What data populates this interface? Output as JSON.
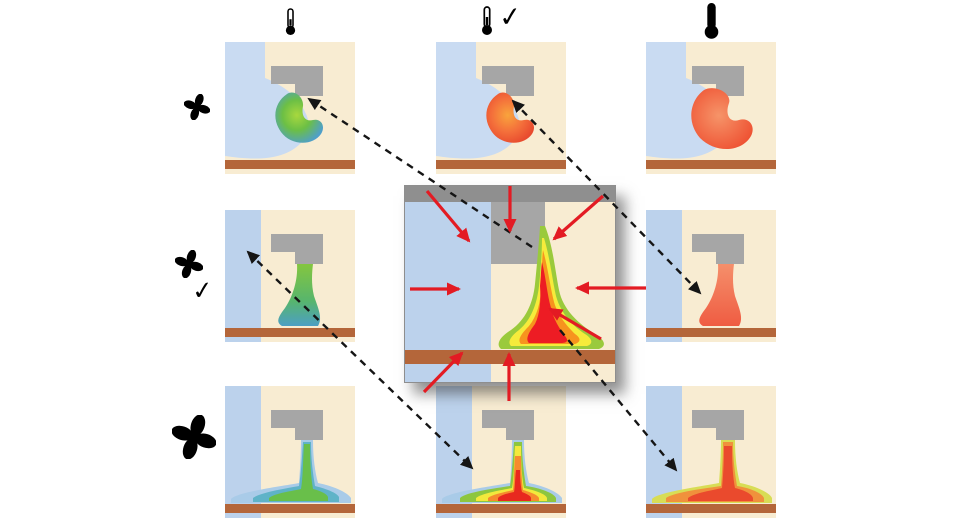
{
  "figure": {
    "type": "simulation-matrix",
    "grid": {
      "rows": 3,
      "cols": 3
    },
    "center_case": {
      "row": 2,
      "col": 2,
      "highlighted": true,
      "note": "enlarged selected case with inflow arrows"
    }
  },
  "colors": {
    "background": "#ffffff",
    "room_cream": "#f8ecd2",
    "wall_blue": "#bcd2ec",
    "swoosh_blue": "#c9dbf2",
    "block_gray": "#a6a6a6",
    "band_gray": "#8f8f8f",
    "floor_brown": "#b4663a",
    "arrow_red": "#e31b23",
    "arrow_black": "#151515",
    "plume_green": "#7dc242",
    "plume_teal": "#4e9fc9",
    "plume_yellow": "#f6eb3b",
    "plume_orange": "#f7941e",
    "plume_red": "#ed1c24",
    "plume_salmon": "#f4765c"
  },
  "column_headers": [
    {
      "id": "temperature-low",
      "icon": "thermometer-small-icon",
      "check": ""
    },
    {
      "id": "temperature-selected",
      "icon": "thermometer-check-icon",
      "check": "✓"
    },
    {
      "id": "temperature-high",
      "icon": "thermometer-large-icon",
      "check": ""
    }
  ],
  "row_headers": [
    {
      "id": "fan-speed-low",
      "icon": "fan-small-icon",
      "check": ""
    },
    {
      "id": "fan-speed-selected",
      "icon": "fan-check-icon",
      "check": "✓"
    },
    {
      "id": "fan-speed-high",
      "icon": "fan-large-icon",
      "check": ""
    }
  ],
  "panels": [
    {
      "id": "panel-r1c1",
      "plume": "green-curl-with-cold-swoosh"
    },
    {
      "id": "panel-r1c2",
      "plume": "orange-curl-with-cold-swoosh"
    },
    {
      "id": "panel-r1c3",
      "plume": "large-orange-curl-with-cold-swoosh"
    },
    {
      "id": "panel-r2c1",
      "plume": "green-descending-column"
    },
    {
      "id": "panel-r2c3",
      "plume": "salmon-descending-column"
    },
    {
      "id": "panel-r3c1",
      "plume": "blue-green-jet-floor-spread"
    },
    {
      "id": "panel-r3c2",
      "plume": "rainbow-core-jet-floor-spread"
    },
    {
      "id": "panel-r3c3",
      "plume": "orange-red-jet-floor-spread"
    }
  ],
  "center_panel": {
    "id": "panel-selected-case",
    "plume": "layered green-yellow-orange-red descending plume"
  },
  "arrows": {
    "red_inflow_count": 8,
    "dashed_similarity": [
      {
        "from": "center",
        "to": "panel-r1c1"
      },
      {
        "from": "panel-r1c2",
        "to": "panel-r2c3",
        "double": true
      },
      {
        "from": "panel-r2c1",
        "to": "panel-r3c2",
        "double": true
      },
      {
        "from": "center",
        "to": "panel-r3c3"
      }
    ]
  }
}
